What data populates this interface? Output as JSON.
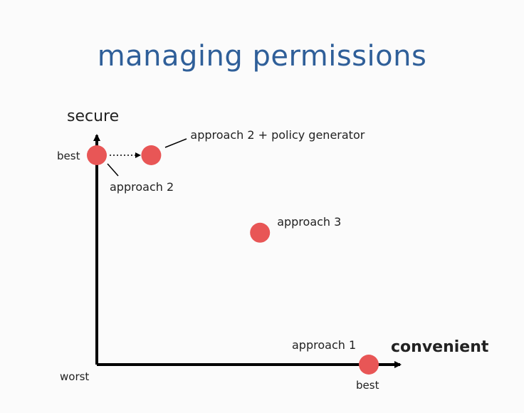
{
  "title": "managing permissions",
  "chart_data": {
    "type": "scatter",
    "xlabel": "convenient",
    "ylabel": "secure",
    "axis_ends": {
      "y_top": "best",
      "x_right": "best",
      "origin": "worst"
    },
    "xlim": [
      0,
      1
    ],
    "ylim": [
      0,
      1
    ],
    "points": [
      {
        "label": "approach 2",
        "x": 0.0,
        "y": 1.0
      },
      {
        "label": "approach 2 + policy generator",
        "x": 0.2,
        "y": 1.0
      },
      {
        "label": "approach 3",
        "x": 0.6,
        "y": 0.63
      },
      {
        "label": "approach 1",
        "x": 1.0,
        "y": 0.0
      }
    ],
    "arrow": {
      "from": "approach 2",
      "to": "approach 2 + policy generator",
      "style": "dotted"
    },
    "point_color": "#e85656",
    "axis_color": "#000000"
  }
}
